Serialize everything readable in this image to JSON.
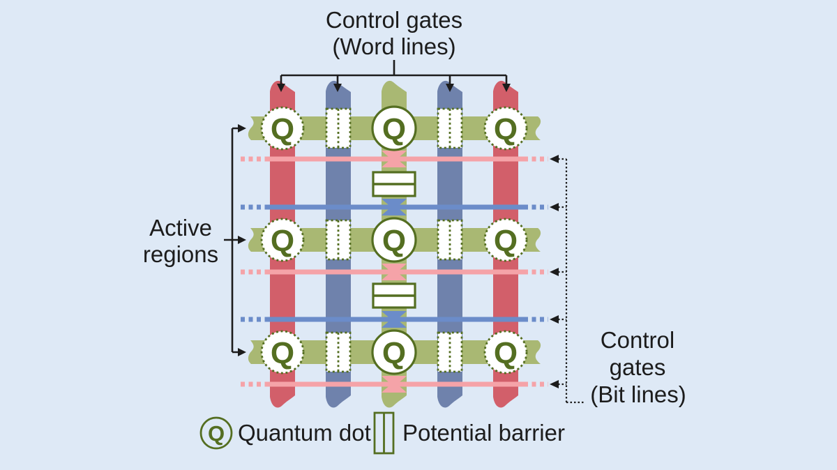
{
  "figure": {
    "title": {
      "line1": "Control gates",
      "line2": "(Word lines)"
    },
    "left_label": {
      "line1": "Active",
      "line2": "regions"
    },
    "right_label": {
      "line1": "Control",
      "line2": "gates",
      "line3": "(Bit lines)"
    },
    "quantum_dot_letter": "Q",
    "legend": {
      "quantum_dot_label": "Quantum dot",
      "potential_barrier_label": "Potential barrier"
    },
    "structure": {
      "word_line_column_colors": [
        "red",
        "blue",
        "blue",
        "red"
      ],
      "vertical_active_column_color": "green",
      "active_region_row_count": 3,
      "bit_line_colors_top_to_bottom": [
        "pink",
        "blue",
        "pink",
        "blue",
        "pink"
      ],
      "dotted_quantum_dot_count": 6,
      "solid_quantum_dot_count": 3,
      "vertical_potential_barrier_count": 6,
      "horizontal_potential_barrier_count": 2
    }
  },
  "colors": {
    "background": "#dee9f6",
    "red_bar": "#d25f6a",
    "blue_bar": "#6f82ac",
    "green_region": "#a9b873",
    "dark_green": "#546e21",
    "pink_line": "#f5a3a8",
    "blue_line": "#6b8cc9",
    "ink": "#1c1c1c"
  }
}
